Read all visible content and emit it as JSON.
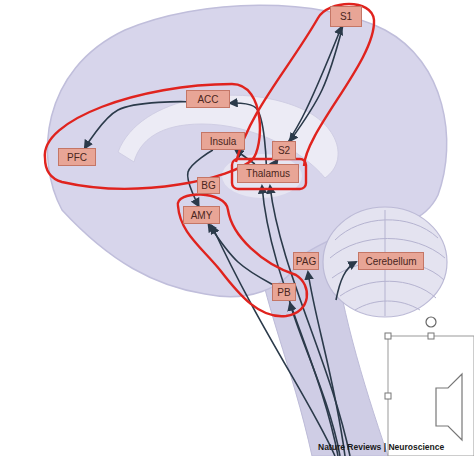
{
  "diagram": {
    "nodes": [
      {
        "text": [
          "S1"
        ]
      },
      {
        "text": [
          "ACC"
        ]
      },
      {
        "text": [
          "PFC"
        ]
      },
      {
        "text": [
          "S2"
        ]
      },
      {
        "text": [
          "Insula"
        ]
      },
      {
        "text": [
          "Thalamus"
        ]
      },
      {
        "text": [
          "BG"
        ]
      },
      {
        "text": [
          "AMY"
        ]
      },
      {
        "text": [
          "PAG"
        ]
      },
      {
        "text": [
          "PB"
        ]
      },
      {
        "text": [
          "Cerebellum"
        ]
      }
    ],
    "edges": [
      {
        "from": 5,
        "to": 0,
        "arrow": "to"
      },
      {
        "from": 0,
        "to": 3,
        "arrow": "to"
      },
      {
        "from": 5,
        "to": 3,
        "arrow": "to"
      },
      {
        "from": 5,
        "to": 4,
        "arrow": "to"
      },
      {
        "from": 5,
        "to": 1,
        "arrow": "to"
      },
      {
        "from": 1,
        "to": 2,
        "arrow": "to"
      },
      {
        "from": 4,
        "to": 7,
        "arrow": "to"
      },
      {
        "from": 9,
        "to": 7,
        "arrow": "to"
      }
    ],
    "labels": [
      "Nature Reviews | Neuroscience"
    ]
  }
}
